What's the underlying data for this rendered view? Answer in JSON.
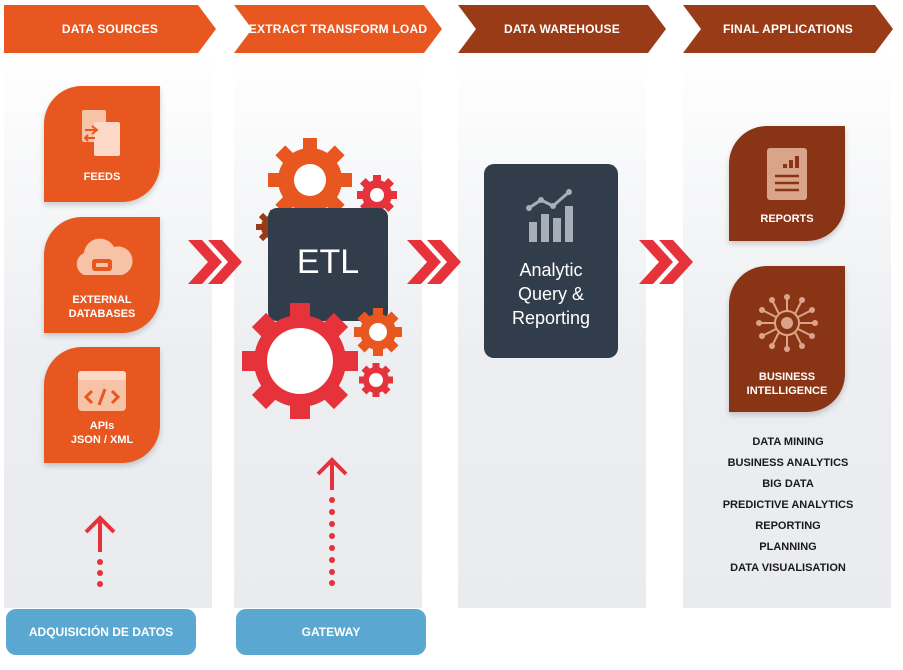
{
  "stages": [
    {
      "label": "DATA SOURCES",
      "color": "#e8571f"
    },
    {
      "label": "EXTRACT TRANSFORM LOAD",
      "color": "#e8571f"
    },
    {
      "label": "DATA WAREHOUSE",
      "color": "#9a3b17"
    },
    {
      "label": "FINAL APPLICATIONS",
      "color": "#9a3b17"
    }
  ],
  "sources": [
    {
      "label": "FEEDS",
      "icon": "documents-icon"
    },
    {
      "label_line1": "EXTERNAL",
      "label_line2": "DATABASES",
      "icon": "cloud-database-icon"
    },
    {
      "label_line1": "APIs",
      "label_line2": "JSON / XML",
      "icon": "code-window-icon"
    }
  ],
  "etl": {
    "label": "ETL"
  },
  "warehouse": {
    "line1": "Analytic",
    "line2": "Query &",
    "line3": "Reporting"
  },
  "applications": [
    {
      "label": "REPORTS",
      "icon": "report-icon"
    },
    {
      "label_line1": "BUSINESS",
      "label_line2": "INTELLIGENCE",
      "icon": "circuit-icon"
    }
  ],
  "application_list": [
    "DATA MINING",
    "BUSINESS ANALYTICS",
    "BIG DATA",
    "PREDICTIVE ANALYTICS",
    "REPORTING",
    "PLANNING",
    "DATA VISUALISATION"
  ],
  "bottom_labels": {
    "acquisition": "ADQUISICIÓN DE DATOS",
    "gateway": "GATEWAY"
  },
  "colors": {
    "orange": "#e8571f",
    "brown": "#8a3416",
    "red": "#e5323b",
    "dark": "#323d4c",
    "blue": "#5aa8d2"
  }
}
